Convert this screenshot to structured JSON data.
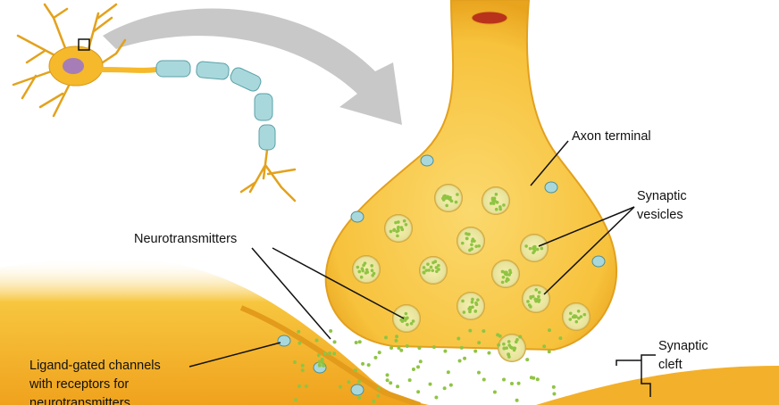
{
  "labels": {
    "axon_terminal": "Axon terminal",
    "synaptic_vesicles_1": "Synaptic",
    "synaptic_vesicles_2": "vesicles",
    "neurotransmitters": "Neurotransmitters",
    "synaptic_cleft_1": "Synaptic",
    "synaptic_cleft_2": "cleft",
    "ligand_1": "Ligand-gated channels",
    "ligand_2": "with receptors for",
    "ligand_3": "neurotransmitters"
  },
  "colors": {
    "cell_body": "#f5b92b",
    "cell_light": "#fbd36a",
    "myelin": "#a9d8dc",
    "vesicle": "#8fc443",
    "arrow": "#c8c8c8",
    "post": "#f0a21d"
  }
}
